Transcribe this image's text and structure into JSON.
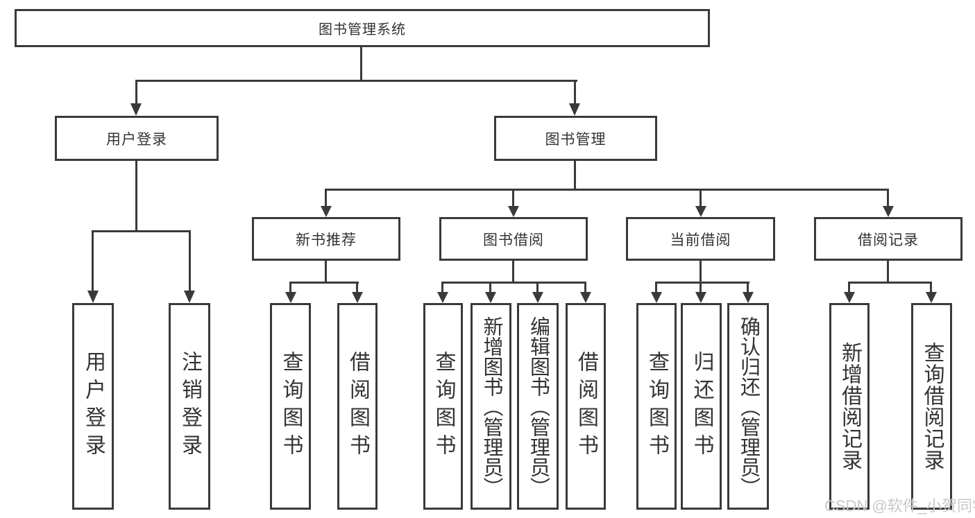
{
  "title": "图书管理系统",
  "colors": {
    "line": "#3a3a3a",
    "box_border": "#3a3a3a",
    "box_fill": "#ffffff",
    "text": "#333333",
    "watermark": "#c8c8c8",
    "background": "#ffffff"
  },
  "hierarchy": {
    "label": "图书管理系统",
    "children": [
      {
        "label": "用户登录",
        "children": [
          {
            "label": "用户登录"
          },
          {
            "label": "注销登录"
          }
        ]
      },
      {
        "label": "图书管理",
        "children": [
          {
            "label": "新书推荐",
            "children": [
              {
                "label": "查询图书"
              },
              {
                "label": "借阅图书"
              }
            ]
          },
          {
            "label": "图书借阅",
            "children": [
              {
                "label": "查询图书"
              },
              {
                "label": "新增图书（管理员）"
              },
              {
                "label": "编辑图书（管理员）"
              },
              {
                "label": "借阅图书"
              }
            ]
          },
          {
            "label": "当前借阅",
            "children": [
              {
                "label": "查询图书"
              },
              {
                "label": "归还图书"
              },
              {
                "label": "确认归还（管理员）"
              }
            ]
          },
          {
            "label": "借阅记录",
            "children": [
              {
                "label": "新增借阅记录"
              },
              {
                "label": "查询借阅记录"
              }
            ]
          }
        ]
      }
    ]
  },
  "watermark": {
    "text": "CSDN @软件_小贺同学"
  }
}
